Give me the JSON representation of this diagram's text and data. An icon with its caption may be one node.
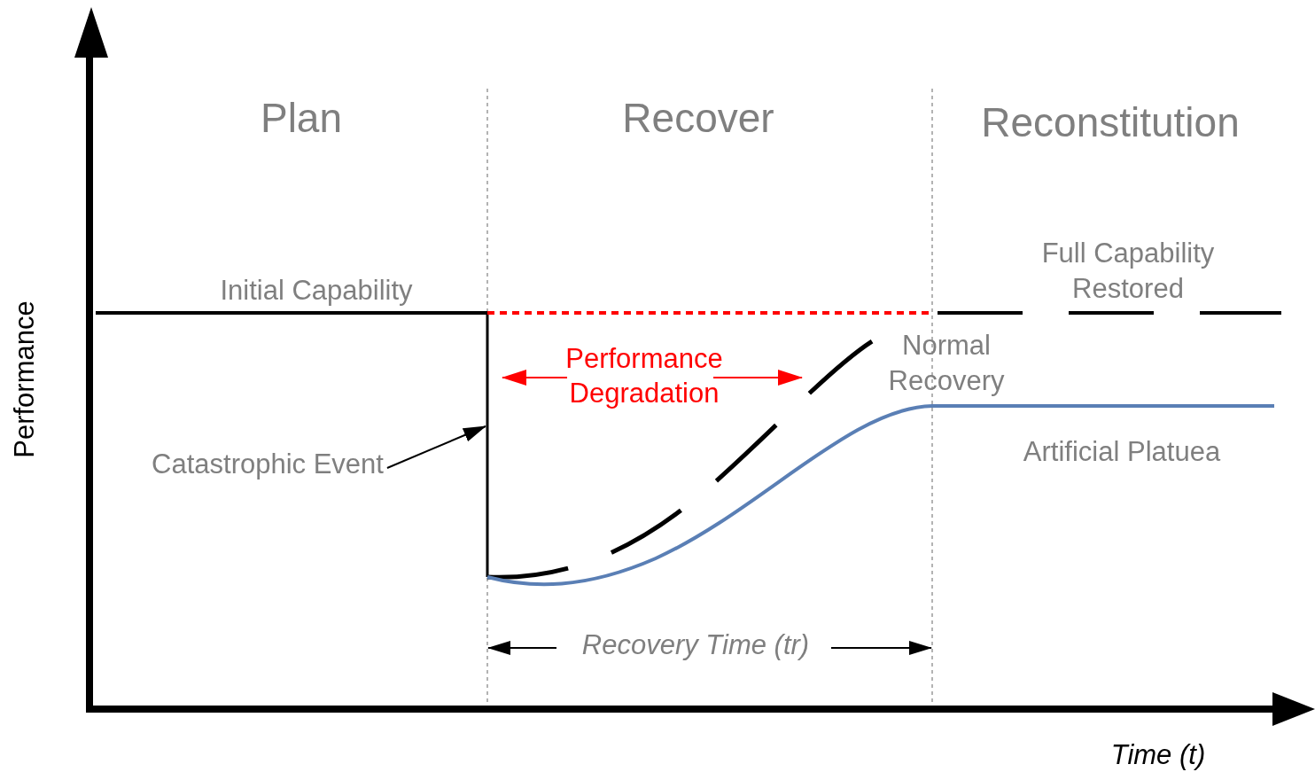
{
  "diagram": {
    "nodes": [
      {
        "text": [
          "Catastrophic Event"
        ]
      },
      {
        "text": [],
        "shape": "line"
      }
    ],
    "edges": [
      {
        "from": 0,
        "to": 1,
        "arrow": "to"
      }
    ],
    "labels": [
      "Plan",
      "Recover",
      "Reconstitution",
      "Full Capability Restored",
      "Initial Capability",
      "Normal Recovery",
      "Performance Degradation",
      "Artificial Platuea",
      "Performance",
      "Recovery Time (tr)",
      "Time (t)"
    ]
  }
}
